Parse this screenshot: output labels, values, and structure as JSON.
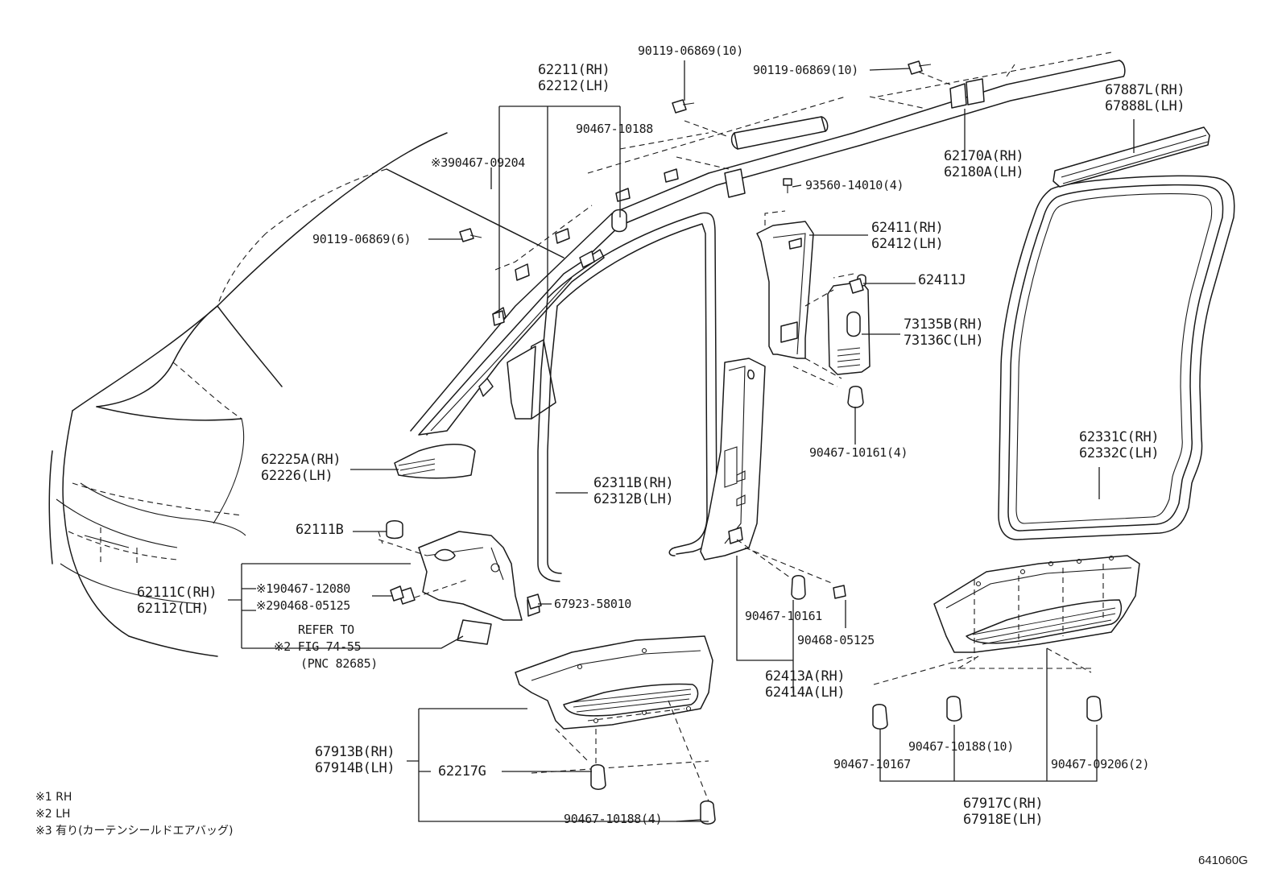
{
  "callouts": {
    "p62211": "62211(RH)",
    "p62212": "62212(LH)",
    "p90119a": "90119-06869(10)",
    "p90119b": "90119-06869(10)",
    "p90467_10188_top": "90467-10188",
    "p90467_09204": "※390467-09204",
    "p90119_6": "90119-06869(6)",
    "p93560": "93560-14010(4)",
    "p67887": "67887L(RH)",
    "p67888": "67888L(LH)",
    "p62170": "62170A(RH)",
    "p62180": "62180A(LH)",
    "p62411": "62411(RH)",
    "p62412": "62412(LH)",
    "p62411J": "62411J",
    "p73135": "73135B(RH)",
    "p73136": "73136C(LH)",
    "p90467_10161_4": "90467-10161(4)",
    "p62331": "62331C(RH)",
    "p62332": "62332C(LH)",
    "p62225": "62225A(RH)",
    "p62226": "62226(LH)",
    "p62311": "62311B(RH)",
    "p62312": "62312B(LH)",
    "p62111B": "62111B",
    "p62111C": "62111C(RH)",
    "p62112": "62112(LH)",
    "p90467_12080": "※190467-12080",
    "p90468_05125a": "※290468-05125",
    "p67923": "67923-58010",
    "refer1": "REFER TO",
    "refer2": "※2 FIG 74-55",
    "refer3": "(PNC 82685)",
    "p90467_10161": "90467-10161",
    "p90468_05125b": "90468-05125",
    "p62413": "62413A(RH)",
    "p62414": "62414A(LH)",
    "p67913": "67913B(RH)",
    "p67914": "67914B(LH)",
    "p62217G": "62217G",
    "p90467_10188_4": "90467-10188(4)",
    "p90467_10167": "90467-10167",
    "p90467_10188_10": "90467-10188(10)",
    "p90467_09206": "90467-09206(2)",
    "p67917": "67917C(RH)",
    "p67918": "67918E(LH)"
  },
  "notes": {
    "n1": "※1 RH",
    "n2": "※2 LH",
    "n3": "※3 有り(カーテンシールドエアバッグ)"
  },
  "figure_id": "641060G"
}
